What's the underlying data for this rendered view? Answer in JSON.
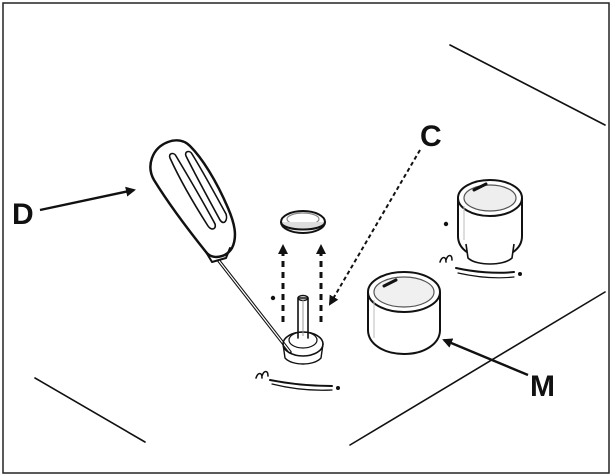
{
  "labels": {
    "screwdriver": "D",
    "cap": "C",
    "knob": "M"
  },
  "icons": {
    "screwdriver": "screwdriver-icon",
    "knob": "control-knob-icon",
    "cap": "knob-cap-icon",
    "valve_stem": "valve-stem-icon",
    "flame_symbol": "flame-scale-icon"
  },
  "colors": {
    "ink": "#111111",
    "background": "#ffffff"
  }
}
